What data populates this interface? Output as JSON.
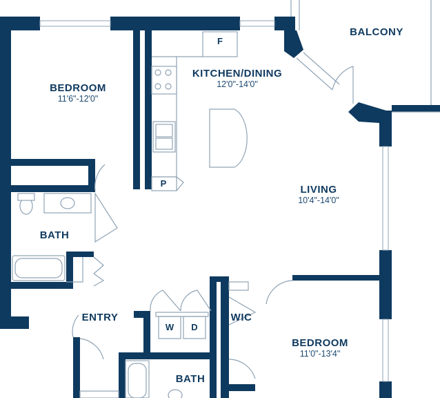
{
  "colors": {
    "wall": "#0f3a5f",
    "line": "#8fa3b5",
    "background": "#ffffff"
  },
  "rooms": {
    "bedroom1": {
      "name": "BEDROOM",
      "dims": "11'6\"-12'0\""
    },
    "kitchen": {
      "name": "KITCHEN/DINING",
      "dims": "12'0\"-14'0\""
    },
    "balcony": {
      "name": "BALCONY"
    },
    "living": {
      "name": "LIVING",
      "dims": "10'4\"-14'0\""
    },
    "bath1": {
      "name": "BATH"
    },
    "entry": {
      "name": "ENTRY"
    },
    "wic": {
      "name": "WIC"
    },
    "bedroom2": {
      "name": "BEDROOM",
      "dims": "11'0\"-13'4\""
    },
    "bath2": {
      "name": "BATH"
    }
  },
  "fixtures": {
    "fridge": "F",
    "pantry": "P",
    "washer": "W",
    "dryer": "D"
  }
}
